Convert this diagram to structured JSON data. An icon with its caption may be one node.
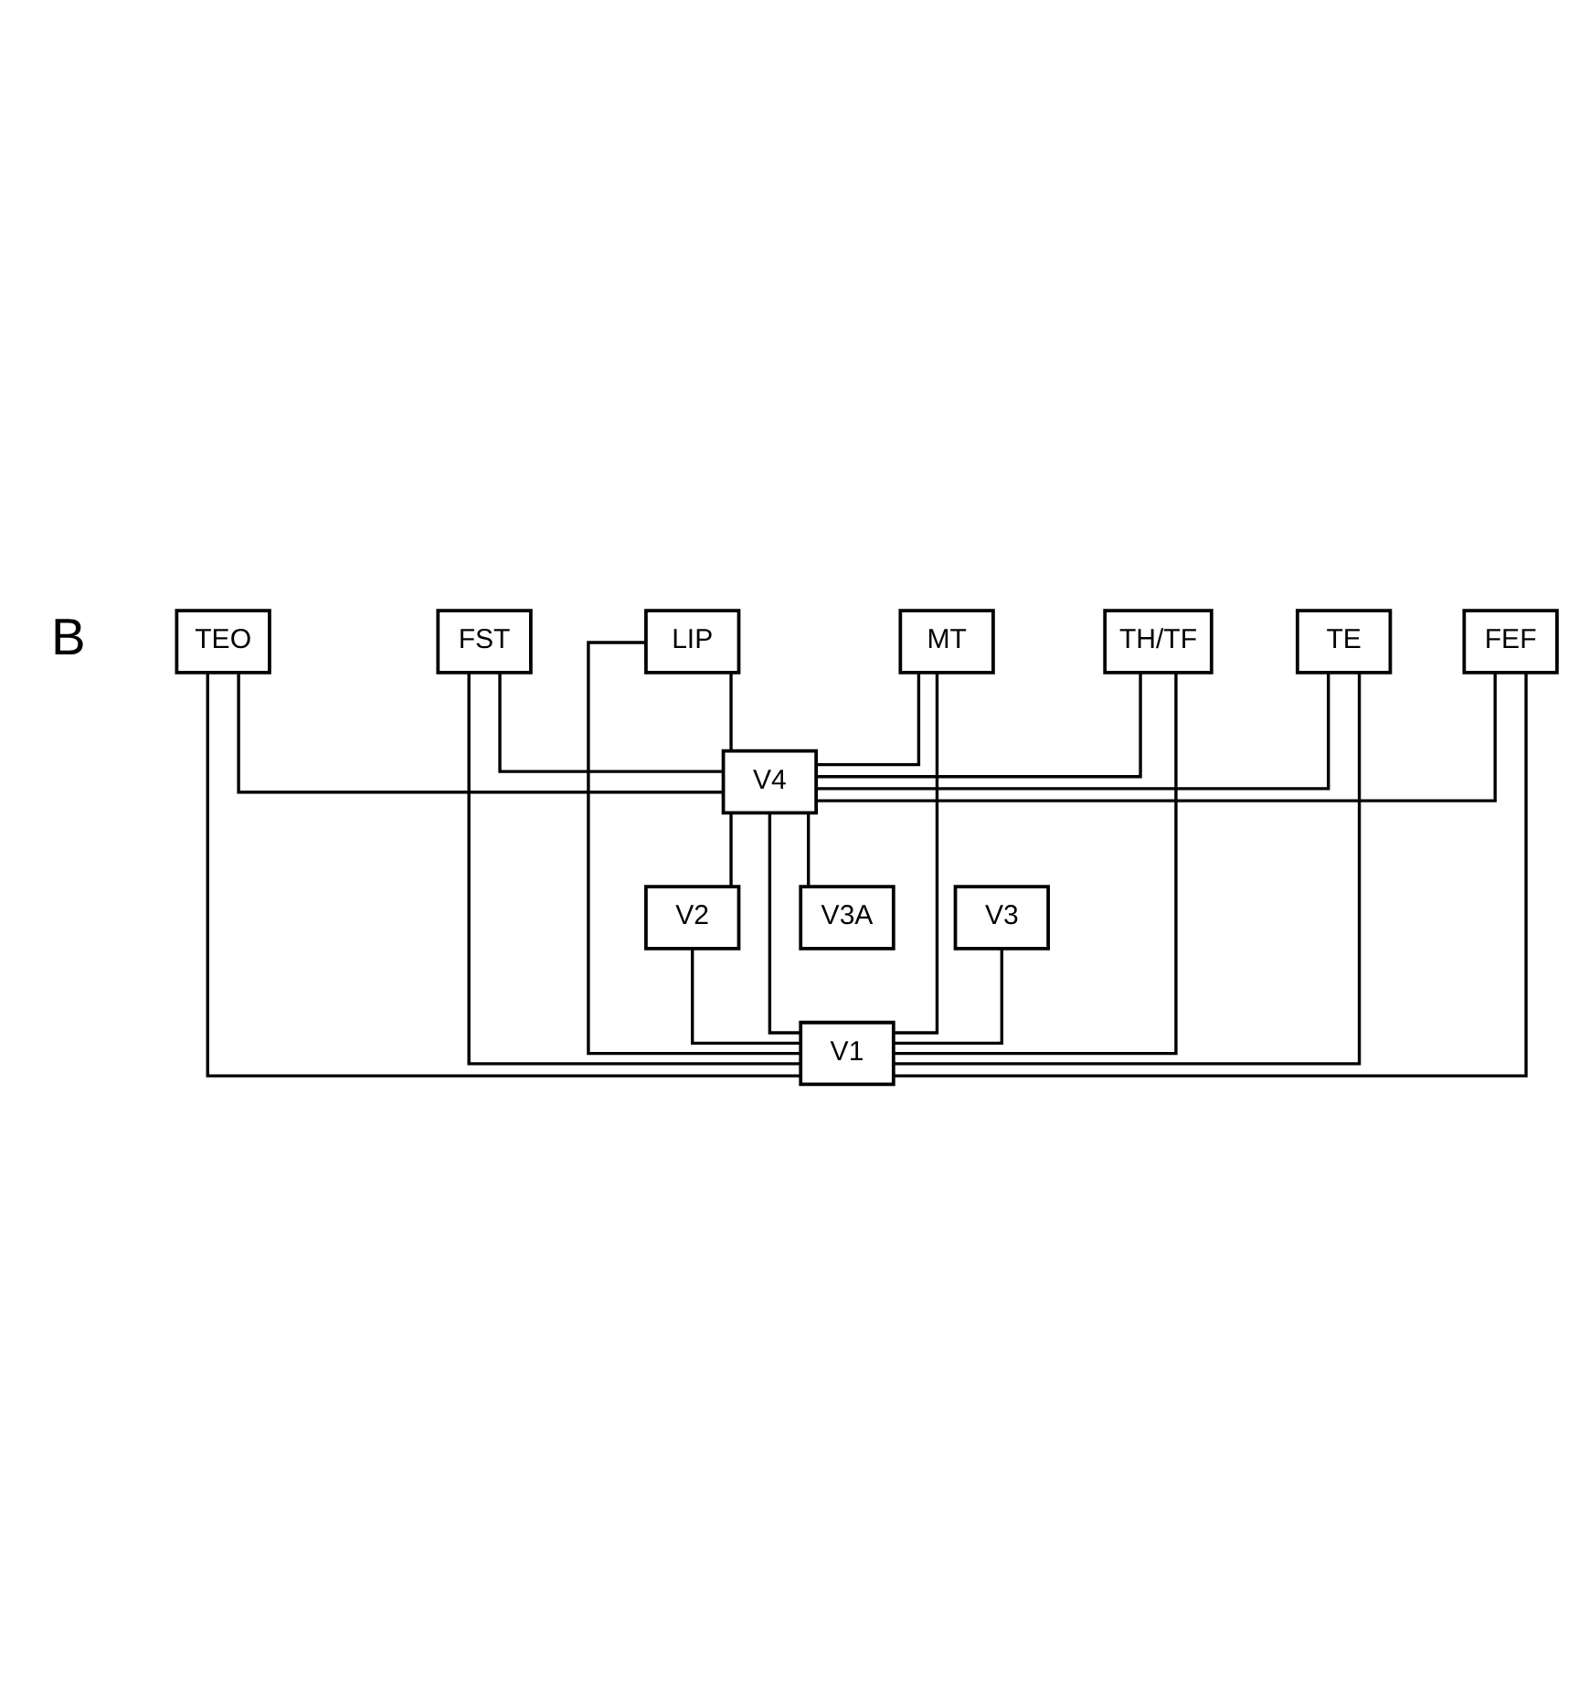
{
  "diagram": {
    "nodes": [
      {
        "text": [
          "TH/TF"
        ]
      },
      {
        "text": [
          "TE"
        ]
      },
      {
        "text": [
          "FEF"
        ]
      },
      {
        "text": [
          "TEO"
        ]
      },
      {
        "text": [
          "FST"
        ]
      },
      {
        "text": [
          "LIP"
        ]
      },
      {
        "text": [
          "V4"
        ]
      },
      {
        "text": [
          "MT"
        ]
      },
      {
        "text": [
          "V3A"
        ]
      },
      {
        "text": [
          "V3"
        ]
      },
      {
        "text": [
          "V2"
        ]
      },
      {
        "text": [
          "V1"
        ]
      }
    ],
    "edges": [
      {
        "from": 0,
        "to": 6,
        "arrow": "none"
      },
      {
        "from": 0,
        "to": 11,
        "arrow": "none"
      },
      {
        "from": 1,
        "to": 6,
        "arrow": "none"
      },
      {
        "from": 1,
        "to": 11,
        "arrow": "none"
      },
      {
        "from": 3,
        "to": 6,
        "arrow": "none"
      },
      {
        "from": 3,
        "to": 11,
        "arrow": "none"
      },
      {
        "from": 2,
        "to": 6,
        "arrow": "none"
      },
      {
        "from": 2,
        "to": 11,
        "arrow": "none"
      },
      {
        "from": 4,
        "to": 6,
        "arrow": "none"
      },
      {
        "from": 4,
        "to": 11,
        "arrow": "none"
      },
      {
        "from": 5,
        "to": 6,
        "arrow": "none"
      },
      {
        "from": 5,
        "to": 11,
        "arrow": "none"
      },
      {
        "from": 7,
        "to": 6,
        "arrow": "none"
      },
      {
        "from": 7,
        "to": 11,
        "arrow": "none"
      },
      {
        "from": 6,
        "to": 8,
        "arrow": "none"
      },
      {
        "from": 6,
        "to": 10,
        "arrow": "none"
      },
      {
        "from": 6,
        "to": 11,
        "arrow": "none"
      },
      {
        "from": 10,
        "to": 11,
        "arrow": "none"
      },
      {
        "from": 9,
        "to": 11,
        "arrow": "none"
      }
    ],
    "labels": [
      "B"
    ]
  }
}
